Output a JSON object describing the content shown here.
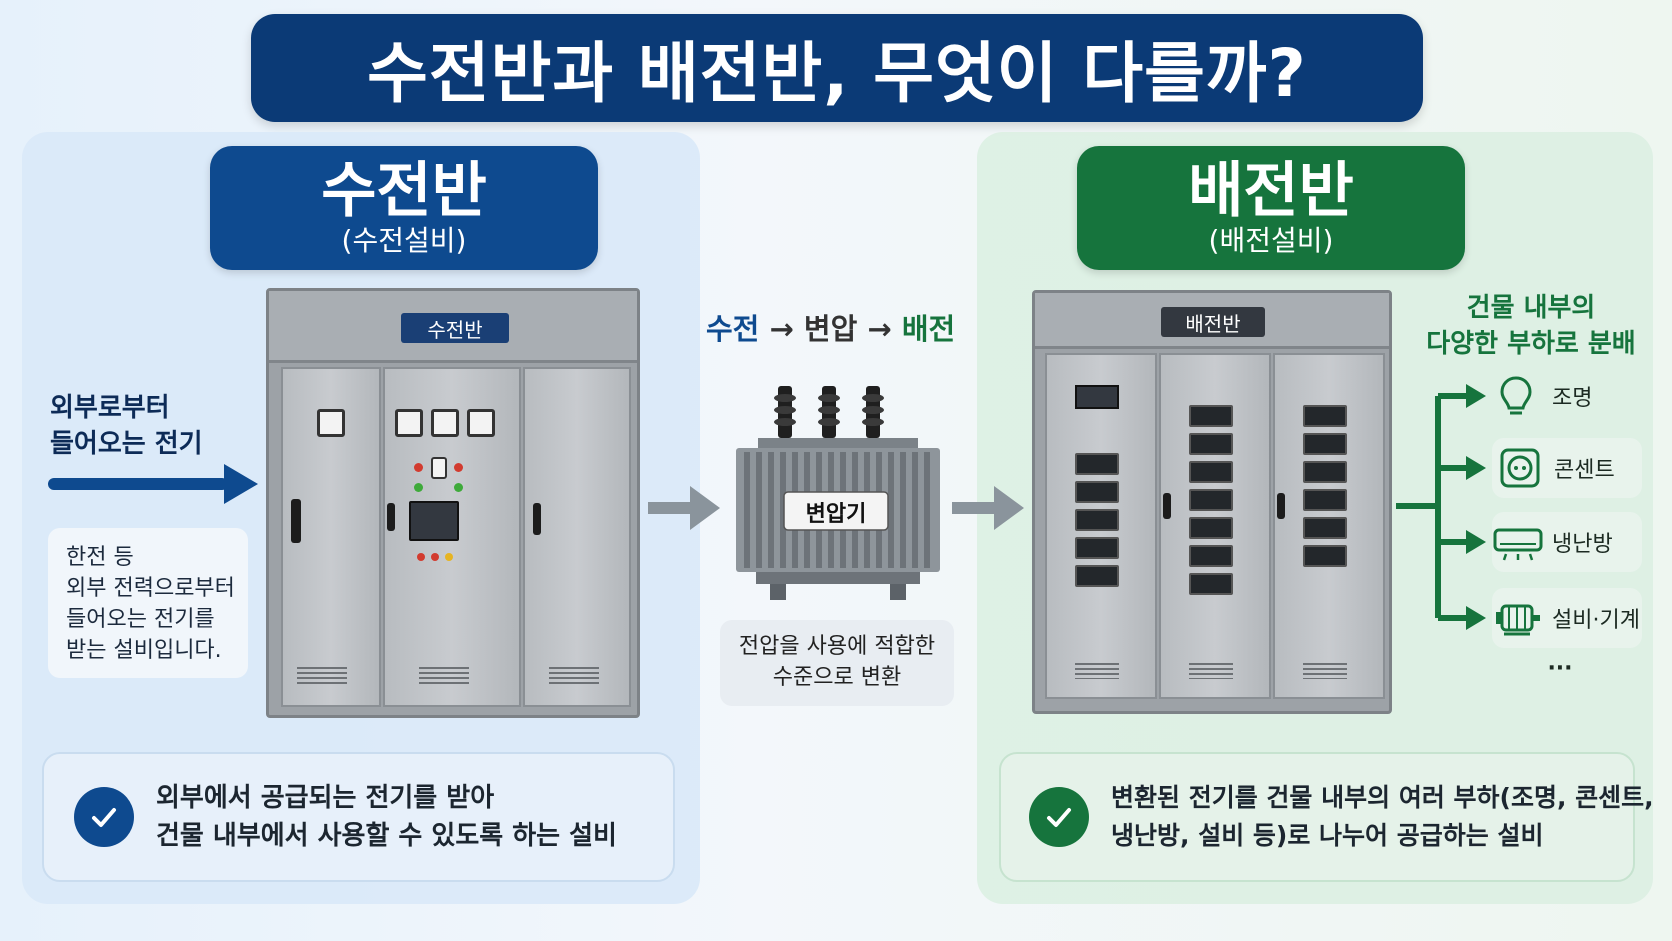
{
  "title": "수전반과 배전반, 무엇이 다를까?",
  "left": {
    "header_main": "수전반",
    "header_sub": "(수전설비)",
    "incoming_line1": "외부로부터",
    "incoming_line2": "들어오는 전기",
    "note_lines": [
      "한전 등",
      "외부 전력으로부터",
      "들어오는 전기를",
      "받는 설비입니다."
    ],
    "cabinet_plate": "수전반",
    "bottom_line1": "외부에서 공급되는 전기를 받아",
    "bottom_line2": "건물 내부에서 사용할 수 있도록 하는 설비"
  },
  "middle": {
    "flow_1": "수전",
    "flow_arrow": "→",
    "flow_2": "변압",
    "flow_3": "배전",
    "transformer_label": "변압기",
    "note_line1": "전압을 사용에 적합한",
    "note_line2": "수준으로 변환"
  },
  "right": {
    "header_main": "배전반",
    "header_sub": "(배전설비)",
    "cabinet_plate": "배전반",
    "load_title_line1": "건물 내부의",
    "load_title_line2": "다양한 부하로 분배",
    "loads": [
      {
        "label": "조명",
        "icon": "bulb-icon"
      },
      {
        "label": "콘센트",
        "icon": "outlet-icon"
      },
      {
        "label": "냉난방",
        "icon": "air-conditioner-icon"
      },
      {
        "label": "설비·기계",
        "icon": "motor-icon"
      }
    ],
    "more": "···",
    "bottom_line1": "변환된 전기를 건물 내부의 여러 부하(조명, 콘센트,",
    "bottom_line2": "냉난방, 설비 등)로 나누어 공급하는 설비"
  },
  "colors": {
    "navy": "#0b3a76",
    "blue": "#0e4a8f",
    "green": "#16743d"
  }
}
